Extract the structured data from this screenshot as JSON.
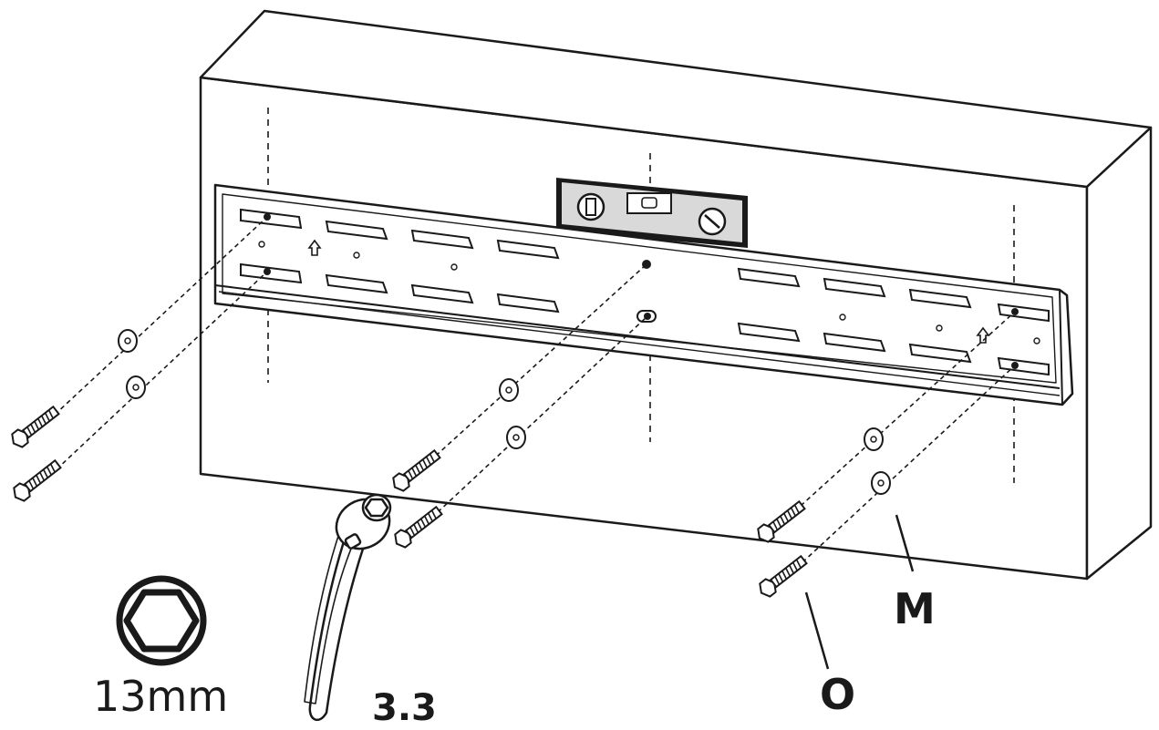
{
  "labels": {
    "washer": "M",
    "bolt": "O",
    "step": "3.3",
    "socket_size": "13mm"
  },
  "colors": {
    "line": "#1a1a1a",
    "level_body": "#d9d9d9"
  }
}
